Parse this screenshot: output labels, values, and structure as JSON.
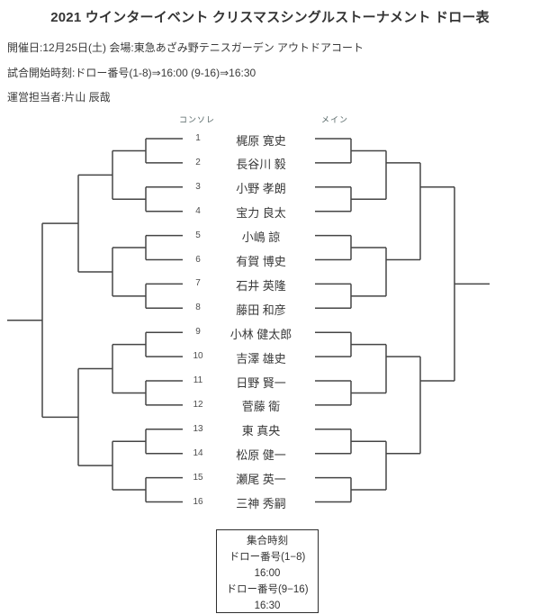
{
  "title": "2021 ウインターイベント クリスマスシングルストーナメント ドロー表",
  "info_lines": [
    "開催日:12月25日(土) 会場:東急あざみ野テニスガーデン アウトドアコート",
    "試合開始時刻:ドロー番号(1-8)⇒16:00 (9-16)⇒16:30",
    "運営担当者:片山 辰哉"
  ],
  "bracket": {
    "consolation_label": "コンソレ",
    "main_label": "メイン",
    "players": [
      {
        "draw_number": "1",
        "name": "梶原 寛史"
      },
      {
        "draw_number": "2",
        "name": "長谷川 毅"
      },
      {
        "draw_number": "3",
        "name": "小野 孝朗"
      },
      {
        "draw_number": "4",
        "name": "宝力 良太"
      },
      {
        "draw_number": "5",
        "name": "小嶋 諒"
      },
      {
        "draw_number": "6",
        "name": "有賀 博史"
      },
      {
        "draw_number": "7",
        "name": "石井 英隆"
      },
      {
        "draw_number": "8",
        "name": "藤田 和彦"
      },
      {
        "draw_number": "9",
        "name": "小林 健太郎"
      },
      {
        "draw_number": "10",
        "name": "吉澤 雄史"
      },
      {
        "draw_number": "11",
        "name": "日野 賢一"
      },
      {
        "draw_number": "12",
        "name": "菅藤 衛"
      },
      {
        "draw_number": "13",
        "name": "東 真央"
      },
      {
        "draw_number": "14",
        "name": "松原 健一"
      },
      {
        "draw_number": "15",
        "name": "瀬尾 英一"
      },
      {
        "draw_number": "16",
        "name": "三神 秀嗣"
      }
    ]
  },
  "meeting_box": {
    "title": "集合時刻",
    "rows": [
      "ドロー番号(1−8)",
      "16:00",
      "ドロー番号(9−16)",
      "16:30"
    ]
  },
  "colors": {
    "line": "#454545",
    "text": "#383838"
  }
}
